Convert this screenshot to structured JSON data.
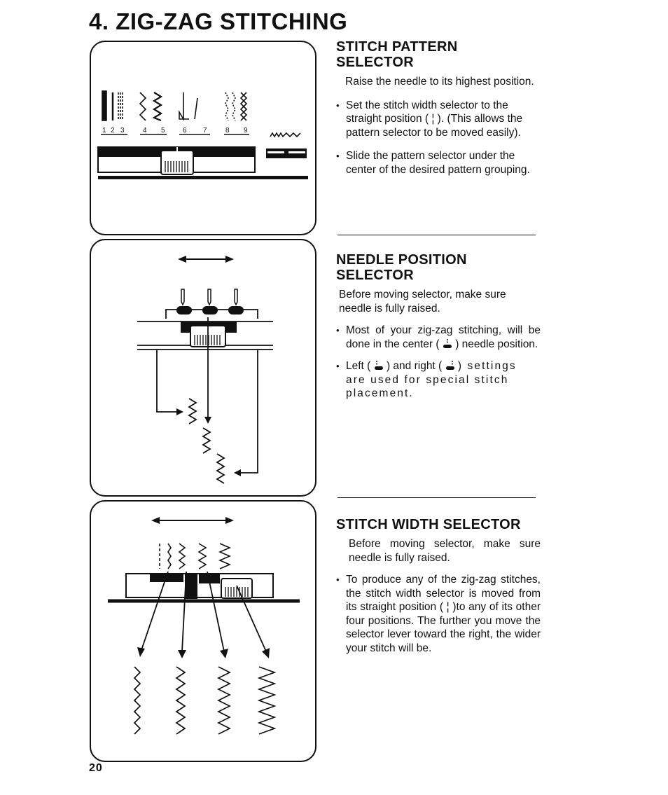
{
  "page": {
    "title": "4. ZIG-ZAG STITCHING",
    "page_number": "20"
  },
  "figure_1": {
    "pattern_numbers": [
      "1",
      "2",
      "3",
      "4",
      "5",
      "6",
      "7",
      "8",
      "9"
    ]
  },
  "sections": {
    "stitch_pattern": {
      "heading": "STITCH PATTERN\nSELECTOR",
      "intro": "Raise the needle to its highest position.",
      "bullet_1": "Set the stitch width selector to the straight position ( ¦ ). (This allows the pattern selector to be moved easily).",
      "bullet_2": "Slide the pattern selector under the center of the desired pattern grouping."
    },
    "needle_position": {
      "heading": "NEEDLE POSITION\nSELECTOR",
      "intro": "Before moving selector, make sure needle is fully raised.",
      "bullet_1_before": "Most of your zig-zag stitching, will be done in the center (",
      "bullet_1_after": ") needle position.",
      "bullet_2_a": "Left (",
      "bullet_2_b": ") and right (",
      "bullet_2_c": ") settings are used for special stitch placement."
    },
    "stitch_width": {
      "heading": "STITCH WIDTH SELECTOR",
      "intro": "Before moving selector, make sure needle is fully raised.",
      "bullet_1": "To produce any of the zig-zag stitches, the stitch width selector is moved from its straight position ( ¦ )to any of its other four positions. The further you move the selector lever toward the right, the wider your stitch will be."
    }
  }
}
